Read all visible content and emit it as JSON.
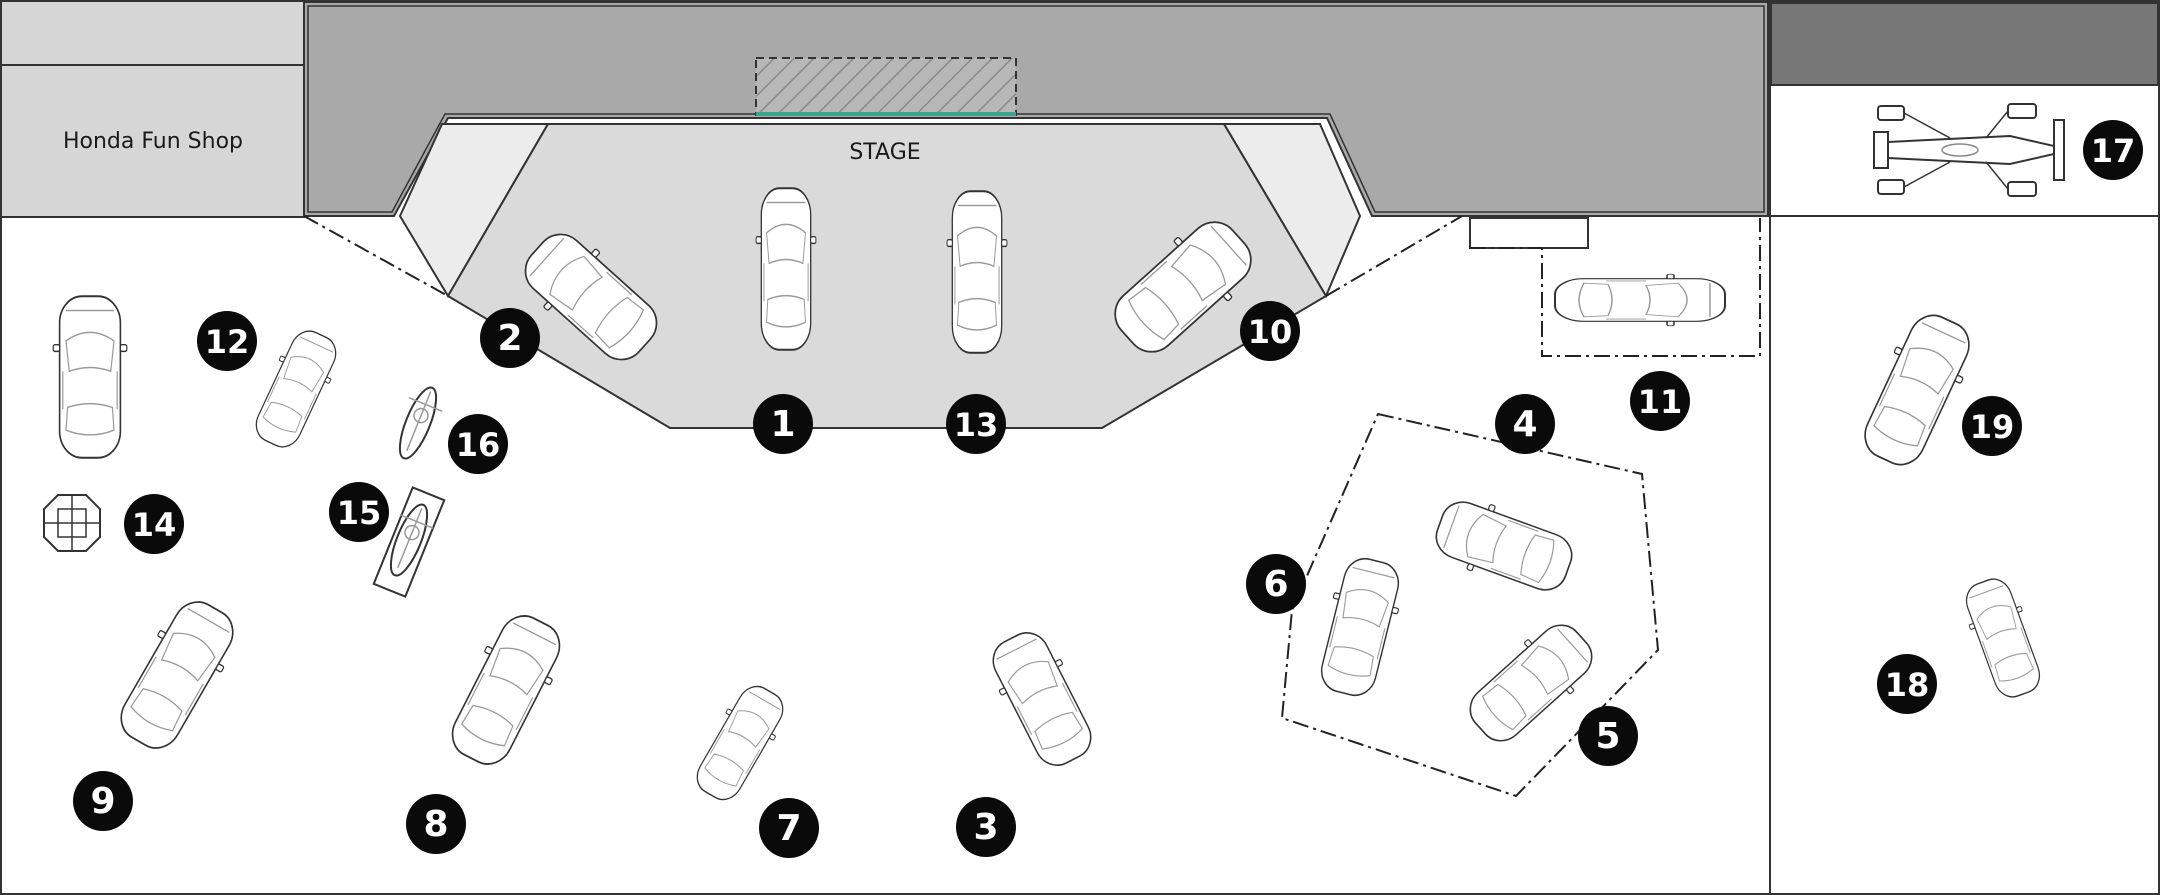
{
  "labels": {
    "shop": "Honda Fun Shop",
    "stage": "STAGE"
  },
  "colors": {
    "building": "#a9a9a9",
    "building_dark": "#777777",
    "shop_fill": "#d6d6d6",
    "stage_fill": "#dadada",
    "ramp_fill": "#ececec",
    "marker": "#0a0a0a",
    "marker_text": "#ffffff",
    "stage_edge": "#3ba58c"
  },
  "markers": [
    {
      "id": "marker-1",
      "label": "1",
      "item": "car"
    },
    {
      "id": "marker-2",
      "label": "2",
      "item": "car"
    },
    {
      "id": "marker-3",
      "label": "3",
      "item": "car"
    },
    {
      "id": "marker-4",
      "label": "4",
      "item": "car"
    },
    {
      "id": "marker-5",
      "label": "5",
      "item": "car"
    },
    {
      "id": "marker-6",
      "label": "6",
      "item": "car"
    },
    {
      "id": "marker-7",
      "label": "7",
      "item": "car"
    },
    {
      "id": "marker-8",
      "label": "8",
      "item": "car"
    },
    {
      "id": "marker-9",
      "label": "9",
      "item": "car"
    },
    {
      "id": "marker-10",
      "label": "10",
      "item": "pickup-truck"
    },
    {
      "id": "marker-11",
      "label": "11",
      "item": "sports-car"
    },
    {
      "id": "marker-12",
      "label": "12",
      "item": "car"
    },
    {
      "id": "marker-13",
      "label": "13",
      "item": "car"
    },
    {
      "id": "marker-14",
      "label": "14",
      "item": "power-equipment"
    },
    {
      "id": "marker-15",
      "label": "15",
      "item": "motorcycle"
    },
    {
      "id": "marker-16",
      "label": "16",
      "item": "motorcycle"
    },
    {
      "id": "marker-17",
      "label": "17",
      "item": "formula-car"
    },
    {
      "id": "marker-18",
      "label": "18",
      "item": "car"
    },
    {
      "id": "marker-19",
      "label": "19",
      "item": "car"
    }
  ]
}
